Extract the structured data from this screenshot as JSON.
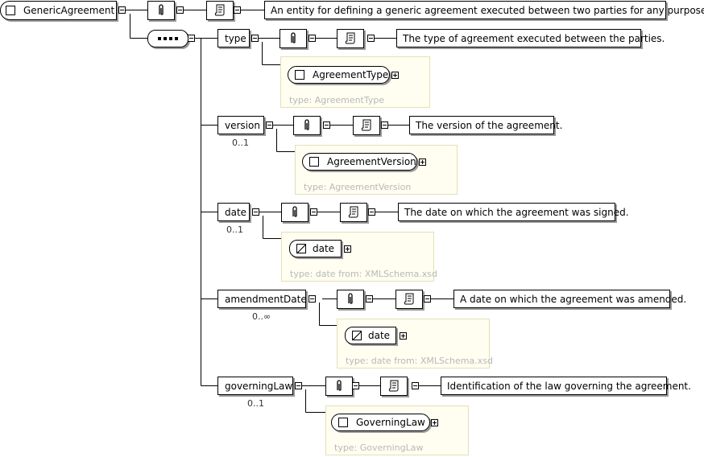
{
  "root": {
    "name": "GenericAgreement",
    "documentation": "An entity for defining a generic agreement executed between two parties for any purpose."
  },
  "elements": [
    {
      "name": "type",
      "cardinality": "",
      "documentation": "The type of agreement executed between the parties.",
      "type_name": "AgreementType",
      "type_label": "type: AgreementType",
      "kind": "complex"
    },
    {
      "name": "version",
      "cardinality": "0..1",
      "documentation": "The version of the agreement.",
      "type_name": "AgreementVersion",
      "type_label": "type: AgreementVersion",
      "kind": "complex"
    },
    {
      "name": "date",
      "cardinality": "0..1",
      "documentation": "The date on which the agreement was signed.",
      "type_name": "date",
      "type_label": "type: date from: XMLSchema.xsd",
      "kind": "simple"
    },
    {
      "name": "amendmentDate",
      "cardinality": "0..∞",
      "documentation": "A date on which the agreement was amended.",
      "type_name": "date",
      "type_label": "type: date from: XMLSchema.xsd",
      "kind": "simple"
    },
    {
      "name": "governingLaw",
      "cardinality": "0..1",
      "documentation": "Identification of the law governing the agreement.",
      "type_name": "GoverningLaw",
      "type_label": "type: GoverningLaw",
      "kind": "complex"
    }
  ],
  "icons": {
    "annotation": "paperclip-icon",
    "documentation": "scroll-icon",
    "sequence": "sequence-icon",
    "complex_type": "complex-type-icon",
    "simple_type": "simple-type-icon"
  },
  "colors": {
    "type_box_bg": "#fffef0",
    "type_label": "#b8b8b8"
  }
}
